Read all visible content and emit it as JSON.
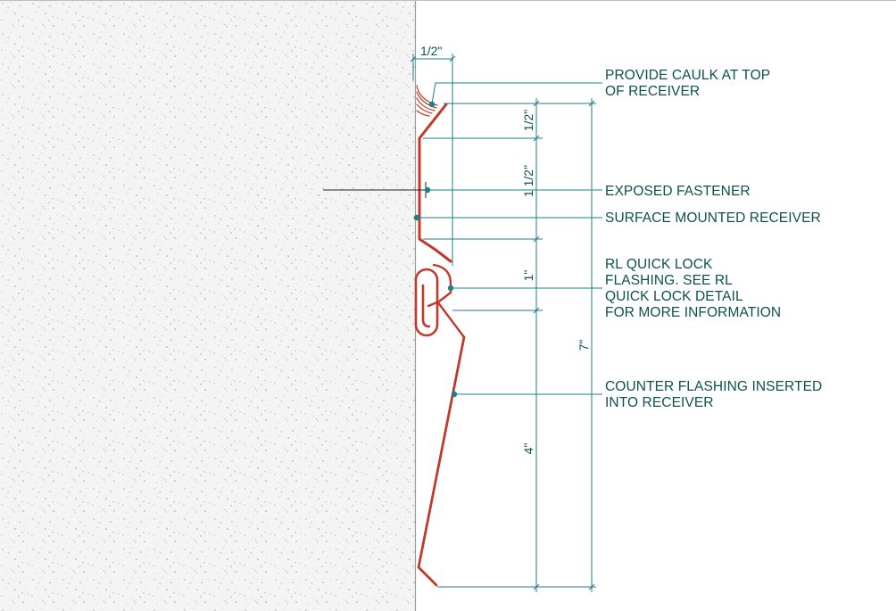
{
  "colors": {
    "leader": "#1f7f84",
    "text": "#0b5248",
    "metal": "#c0392b",
    "wall_fill": "#f4f4f4",
    "wall_speckle": "#a9a9a9"
  },
  "callouts": {
    "caulk": [
      "PROVIDE CAULK AT TOP",
      "OF RECEIVER"
    ],
    "fastener": [
      "EXPOSED FASTENER"
    ],
    "receiver": [
      "SURFACE MOUNTED RECEIVER"
    ],
    "quick_lock": [
      "RL QUICK LOCK",
      "FLASHING.  SEE RL",
      "QUICK LOCK DETAIL",
      "FOR MORE INFORMATION"
    ],
    "counter_flashing": [
      "COUNTER FLASHING INSERTED",
      "INTO RECEIVER"
    ]
  },
  "dimensions": {
    "top_width": "1/2\"",
    "top_half": "1/2\"",
    "one_and_half": "1 1/2\"",
    "one": "1\"",
    "four": "4\"",
    "seven": "7\""
  }
}
